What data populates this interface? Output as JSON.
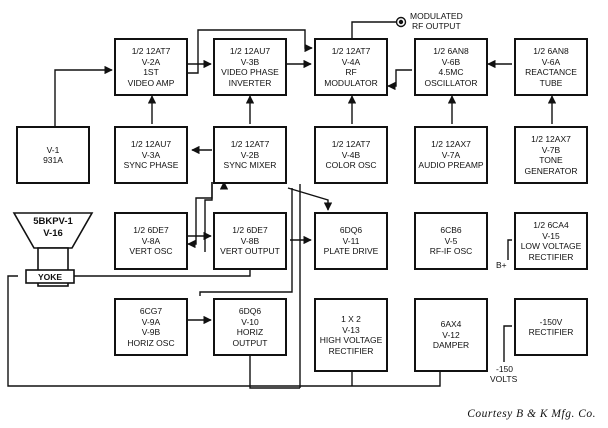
{
  "blocks": [
    {
      "id": "v2a",
      "lines": [
        "1/2 12AT7",
        "V-2A",
        "1ST",
        "VIDEO AMP"
      ]
    },
    {
      "id": "v3b",
      "lines": [
        "1/2 12AU7",
        "V-3B",
        "VIDEO PHASE",
        "INVERTER"
      ]
    },
    {
      "id": "v4a",
      "lines": [
        "1/2 12AT7",
        "V-4A",
        "RF",
        "MODULATOR"
      ]
    },
    {
      "id": "v6b",
      "lines": [
        "1/2 6AN8",
        "V-6B",
        "4.5MC",
        "OSCILLATOR"
      ]
    },
    {
      "id": "v6a",
      "lines": [
        "1/2 6AN8",
        "V-6A",
        "REACTANCE",
        "TUBE"
      ]
    },
    {
      "id": "v1",
      "lines": [
        "V-1",
        "931A"
      ]
    },
    {
      "id": "v3a",
      "lines": [
        "1/2 12AU7",
        "V-3A",
        "SYNC PHASE"
      ]
    },
    {
      "id": "v2b",
      "lines": [
        "1/2 12AT7",
        "V-2B",
        "SYNC MIXER"
      ]
    },
    {
      "id": "v4b",
      "lines": [
        "1/2 12AT7",
        "V-4B",
        "COLOR OSC"
      ]
    },
    {
      "id": "v7a",
      "lines": [
        "1/2 12AX7",
        "V-7A",
        "AUDIO PREAMP"
      ]
    },
    {
      "id": "v7b",
      "lines": [
        "1/2 12AX7",
        "V-7B",
        "TONE",
        "GENERATOR"
      ]
    },
    {
      "id": "v8a",
      "lines": [
        "1/2 6DE7",
        "V-8A",
        "VERT OSC"
      ]
    },
    {
      "id": "v8b",
      "lines": [
        "1/2 6DE7",
        "V-8B",
        "VERT OUTPUT"
      ]
    },
    {
      "id": "v11",
      "lines": [
        "6DQ6",
        "V-11",
        "PLATE DRIVE"
      ]
    },
    {
      "id": "v5",
      "lines": [
        "6CB6",
        "V-5",
        "RF-IF OSC"
      ]
    },
    {
      "id": "v15",
      "lines": [
        "1/2 6CA4",
        "V-15",
        "LOW VOLTAGE",
        "RECTIFIER"
      ]
    },
    {
      "id": "v9",
      "lines": [
        "6CG7",
        "V-9A",
        "V-9B",
        "HORIZ OSC"
      ]
    },
    {
      "id": "v10",
      "lines": [
        "6DQ6",
        "V-10",
        "HORIZ",
        "OUTPUT"
      ]
    },
    {
      "id": "v13",
      "lines": [
        "1 X 2",
        "V-13",
        "HIGH VOLTAGE",
        "RECTIFIER"
      ]
    },
    {
      "id": "v12",
      "lines": [
        "6AX4",
        "V-12",
        "DAMPER"
      ]
    },
    {
      "id": "rect150",
      "lines": [
        "-150V",
        "RECTIFIER"
      ]
    }
  ],
  "crt": {
    "model": "5BKPV-1",
    "tube": "V-16",
    "yoke": "YOKE"
  },
  "output_label": [
    "MODULATED",
    "RF OUTPUT"
  ],
  "bplus_label": "B+",
  "neg150_label": [
    "-150",
    "VOLTS"
  ],
  "credit": "Courtesy B & K Mfg. Co."
}
